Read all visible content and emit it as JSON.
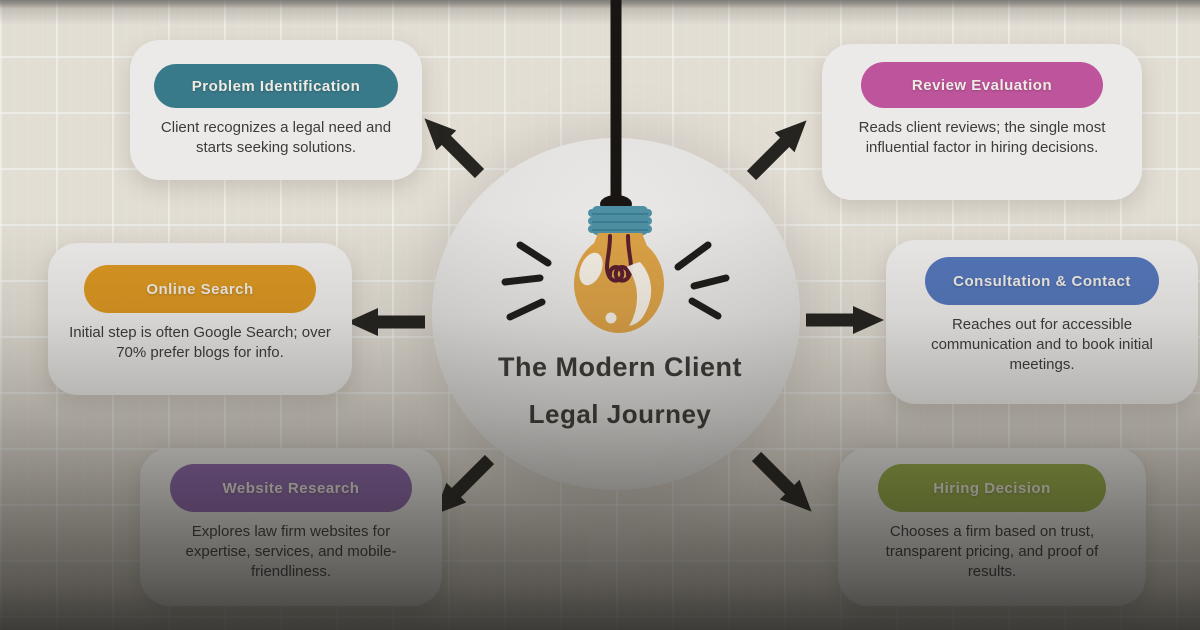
{
  "diagram": {
    "title_line1": "The Modern Client",
    "title_line2": "Legal Journey",
    "center_icon": "lightbulb-icon"
  },
  "cards": [
    {
      "id": "problem-identification",
      "label": "Problem Identification",
      "color": "#3a7d8e",
      "body": "Client recognizes a legal need and starts seeking solutions."
    },
    {
      "id": "online-search",
      "label": "Online Search",
      "color": "#e09a22",
      "body": "Initial step is often Google Search; over 70% prefer blogs for info."
    },
    {
      "id": "website-research",
      "label": "Website Research",
      "color": "#9068b0",
      "body": "Explores law firm websites for expertise, services, and mobile-friendliness."
    },
    {
      "id": "review-evaluation",
      "label": "Review Evaluation",
      "color": "#c357a0",
      "body": "Reads client reviews; the single most influential factor in hiring decisions."
    },
    {
      "id": "consultation-contact",
      "label": "Consultation & Contact",
      "color": "#5578be",
      "body": "Reaches out for accessible communication and to book initial meetings."
    },
    {
      "id": "hiring-decision",
      "label": "Hiring Decision",
      "color": "#9ab148",
      "body": "Chooses a firm based on trust, transparent pricing, and proof of results."
    }
  ],
  "colors": {
    "background": "#e9e4da",
    "grid_line": "#ffffff",
    "card_background": "#f2f1ef",
    "body_text": "#3e3d3b",
    "title_text": "#3d3c39",
    "arrow": "#262420",
    "cord": "#181512",
    "bulb_cap": "#4f93a8",
    "bulb_glass": "#e2a648",
    "bulb_filament": "#5c1f2e",
    "ray": "#1f1d1a"
  }
}
